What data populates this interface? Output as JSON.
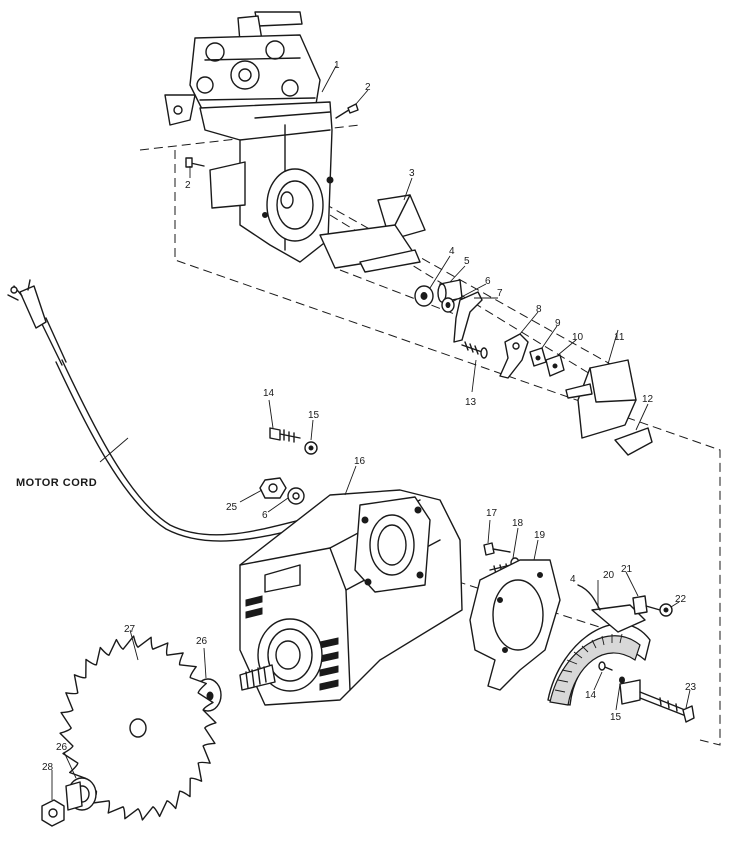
{
  "callouts": {
    "c1": "1",
    "c2a": "2",
    "c2b": "2",
    "c3": "3",
    "c4": "4",
    "c5": "5",
    "c6a": "6",
    "c7": "7",
    "c8": "8",
    "c9": "9",
    "c10": "10",
    "c11": "11",
    "c12": "12",
    "c13": "13",
    "c14a": "14",
    "c15a": "15",
    "c16": "16",
    "c6b": "6",
    "c25": "25",
    "c17": "17",
    "c18": "18",
    "c19": "19",
    "c20": "20",
    "c21": "21",
    "c22": "22",
    "c4b": "4",
    "c23": "23",
    "c14b": "14",
    "c15b": "15",
    "c26a": "26",
    "c27": "27",
    "c26b": "26",
    "c28": "28"
  },
  "labels": {
    "motor_cord": "MOTOR CORD"
  }
}
